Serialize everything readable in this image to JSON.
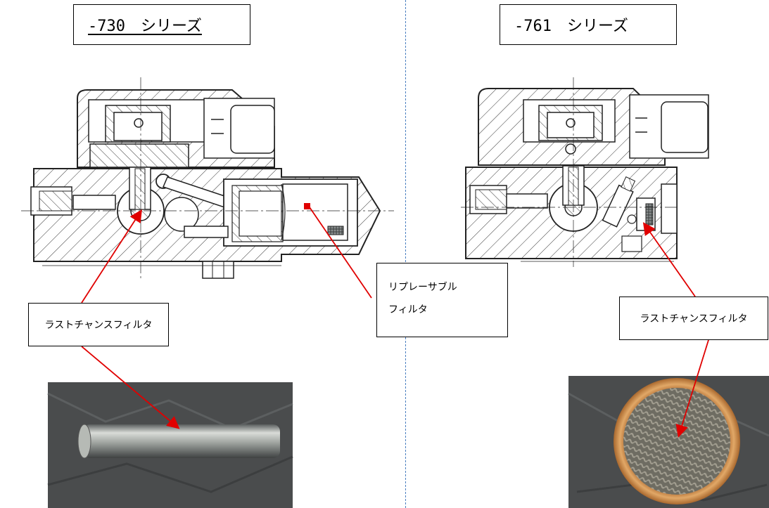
{
  "titles": {
    "left": "-730　シリーズ",
    "right": "-761　シリーズ"
  },
  "callouts": {
    "left_filter": "ラストチャンスフィルタ",
    "replaceable_line1": "リプレーサブル",
    "replaceable_line2": "フィルタ",
    "right_filter": "ラストチャンスフィルタ"
  },
  "colors": {
    "arrow": "#e00000",
    "divider": "#4a7fc0",
    "line": "#222222",
    "photo_bg": "#4a4c4d",
    "copper_ring": "#c8884a"
  }
}
